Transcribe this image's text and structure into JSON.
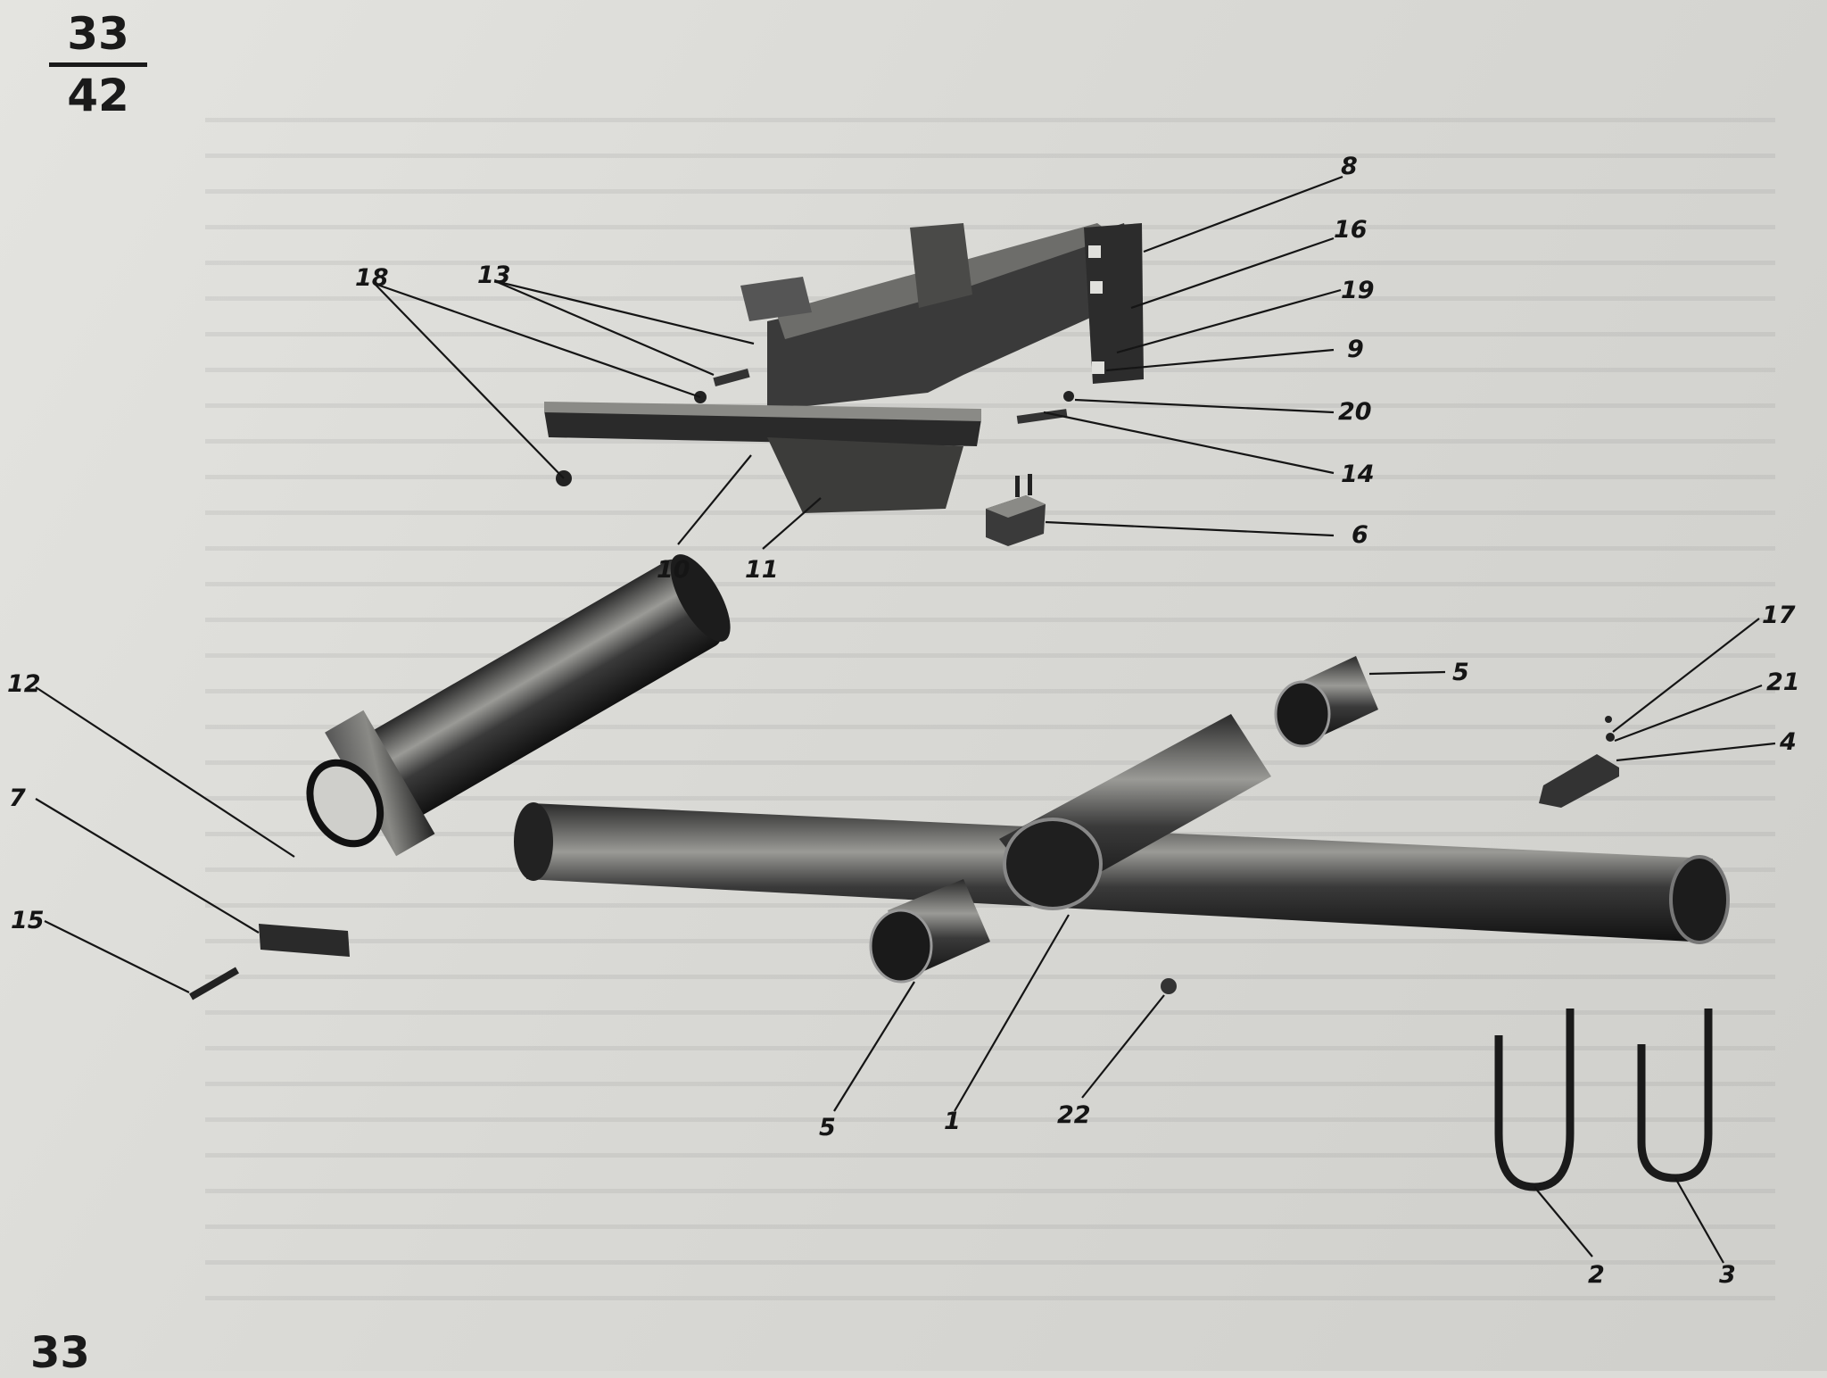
{
  "sheet_number": {
    "top": "33",
    "bottom": "42"
  },
  "page_number": "33",
  "callouts": [
    {
      "id": "c8",
      "label": "8"
    },
    {
      "id": "c16",
      "label": "16"
    },
    {
      "id": "c19",
      "label": "19"
    },
    {
      "id": "c9",
      "label": "9"
    },
    {
      "id": "c20",
      "label": "20"
    },
    {
      "id": "c14",
      "label": "14"
    },
    {
      "id": "c6",
      "label": "6"
    },
    {
      "id": "c18",
      "label": "18"
    },
    {
      "id": "c13",
      "label": "13"
    },
    {
      "id": "c10",
      "label": "10"
    },
    {
      "id": "c11",
      "label": "11"
    },
    {
      "id": "c12",
      "label": "12"
    },
    {
      "id": "c7",
      "label": "7"
    },
    {
      "id": "c15",
      "label": "15"
    },
    {
      "id": "c5a",
      "label": "5"
    },
    {
      "id": "c17",
      "label": "17"
    },
    {
      "id": "c21",
      "label": "21"
    },
    {
      "id": "c4",
      "label": "4"
    },
    {
      "id": "c5b",
      "label": "5"
    },
    {
      "id": "c1",
      "label": "1"
    },
    {
      "id": "c22",
      "label": "22"
    },
    {
      "id": "c2",
      "label": "2"
    },
    {
      "id": "c3",
      "label": "3"
    }
  ]
}
